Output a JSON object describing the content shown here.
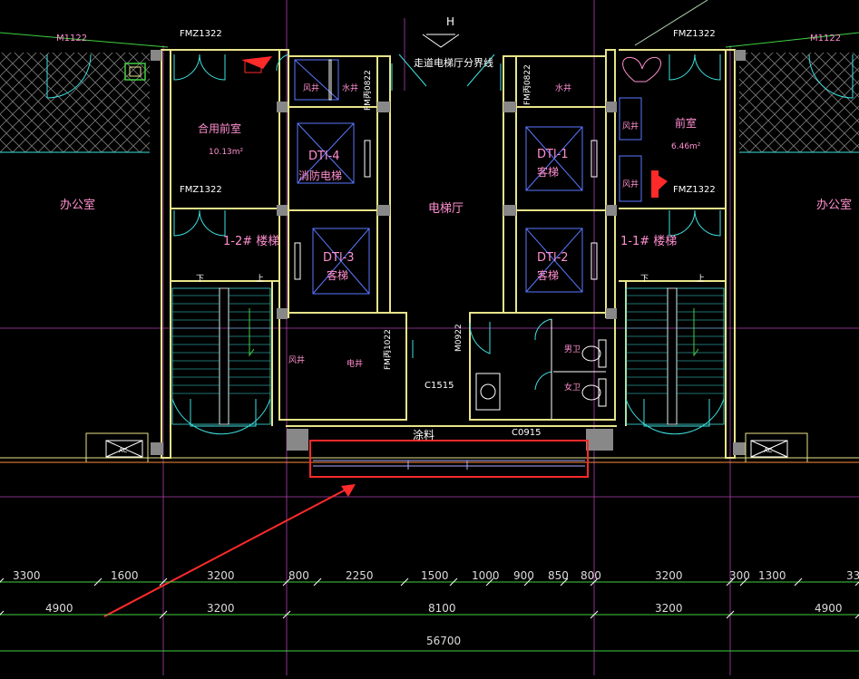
{
  "labels": {
    "top_marker": "H",
    "corridor_boundary": "走道电梯厅分界线",
    "m1122_left": "M1122",
    "m1122_right": "M1122",
    "fmz1322_tl": "FMZ1322",
    "fmz1322_tr": "FMZ1322",
    "fmz1322_ml": "FMZ1322",
    "fmz1322_mr": "FMZ1322",
    "combined_lobby": "合用前室",
    "combined_lobby_area": "10.13m²",
    "front_room": "前室",
    "front_room_area": "6.46m²",
    "office_left": "办公室",
    "office_right": "办公室",
    "elevator_hall": "电梯厅",
    "stair_left": "1-2# 楼梯",
    "stair_right": "1-1# 楼梯",
    "stair_down": "下",
    "stair_up": "上",
    "dt4_code": "DTl-4",
    "dt4_name": "消防电梯",
    "dt3_code": "DTl-3",
    "dt3_name": "客梯",
    "dt1_code": "DTl-1",
    "dt1_name": "客梯",
    "dt2_code": "DTl-2",
    "dt2_name": "客梯",
    "air_shaft": "风井",
    "water_shaft": "水井",
    "elec_shaft": "电井",
    "fm0822_left": "FM丙0822",
    "fm0822_right": "FM丙0822",
    "fm1022": "FM丙1022",
    "m0922": "M0922",
    "c1515": "C1515",
    "c0915": "C0915",
    "paint": "涂料",
    "male_wc": "男卫",
    "female_wc": "女卫",
    "ac_left": "AC",
    "ac_right": "AC"
  },
  "dimensions": {
    "row1": [
      "3300",
      "1600",
      "3200",
      "800",
      "2250",
      "1500",
      "1000",
      "900",
      "850",
      "800",
      "3200",
      "300",
      "1300",
      "33"
    ],
    "row2": [
      "4900",
      "3200",
      "8100",
      "3200",
      "4900"
    ],
    "total": "56700"
  },
  "colors": {
    "wall": "#e8e48a",
    "pink": "#ff8fd0",
    "cyan": "#3fe0e0",
    "magenta": "#d040d0",
    "red": "#ff2a2a",
    "green": "#40d040",
    "blue": "#5a78ff"
  }
}
